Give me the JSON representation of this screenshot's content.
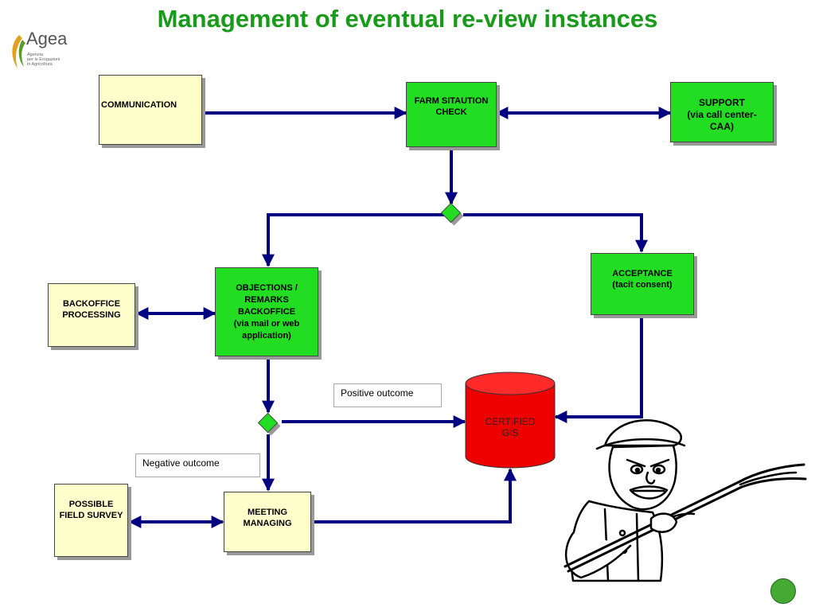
{
  "title": "Management of eventual re-view instances",
  "logo": {
    "name": "Agea",
    "subtitle_lines": [
      "Agenzia",
      "per le Erogazioni",
      "in Agricoltura"
    ]
  },
  "nodes": {
    "communication": {
      "lines": [
        "COMMUNICATION"
      ]
    },
    "farm_check": {
      "lines": [
        "FARM SITAUTION",
        "CHECK"
      ]
    },
    "support": {
      "lines": [
        "SUPPORT",
        "(via call center-",
        "CAA)"
      ]
    },
    "acceptance": {
      "lines": [
        "ACCEPTANCE",
        "(tacit consent)"
      ]
    },
    "objections": {
      "lines": [
        "OBJECTIONS /",
        "REMARKS",
        "BACKOFFICE",
        "(via mail or web",
        "application)"
      ]
    },
    "backoffice": {
      "lines": [
        "BACKOFFICE",
        "PROCESSING"
      ]
    },
    "field_survey": {
      "lines": [
        "POSSIBLE",
        "FIELD SURVEY"
      ]
    },
    "meeting": {
      "lines": [
        "MEETING",
        "MANAGING"
      ]
    },
    "certified_gis": {
      "lines": [
        "CERTIFIED",
        "GIS"
      ]
    }
  },
  "notes": {
    "positive": "Positive outcome",
    "negative": "Negative outcome"
  },
  "colors": {
    "title": "#1a9a1a",
    "arrow": "#000080",
    "decision": "#22dd22",
    "database": "#ee0000",
    "box_green": "#22dd22",
    "box_yellow": "#ffffcc"
  }
}
